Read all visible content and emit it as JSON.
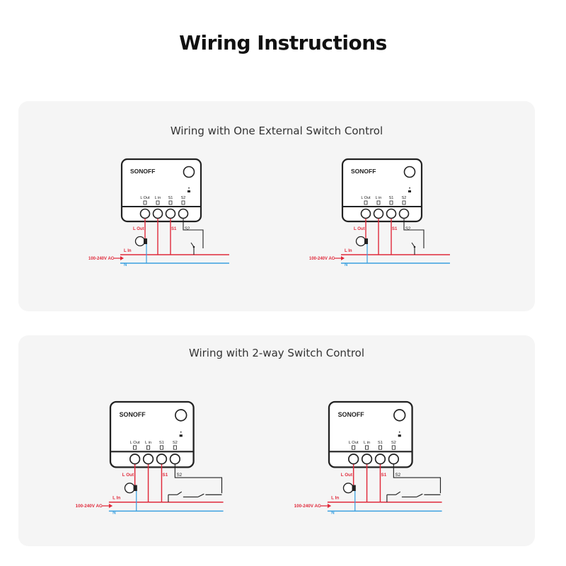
{
  "page": {
    "title": "Wiring Instructions"
  },
  "sections": [
    {
      "title": "Wiring with One External Switch Control"
    },
    {
      "title": "Wiring with 2-way Switch Control"
    }
  ],
  "device": {
    "brand": "SONOFF",
    "terminal_labels": [
      "L Out",
      "L in",
      "S1",
      "S2"
    ]
  },
  "wiring_labels": {
    "l_out": "L Out",
    "s1": "S1",
    "s2": "S2",
    "l_in": "L In",
    "voltage": "100-240V AC",
    "neutral": "N"
  },
  "colors": {
    "live": "#e0293a",
    "neutral": "#3aa0e0",
    "outline": "#222222",
    "panel_bg": "#f5f5f5"
  }
}
